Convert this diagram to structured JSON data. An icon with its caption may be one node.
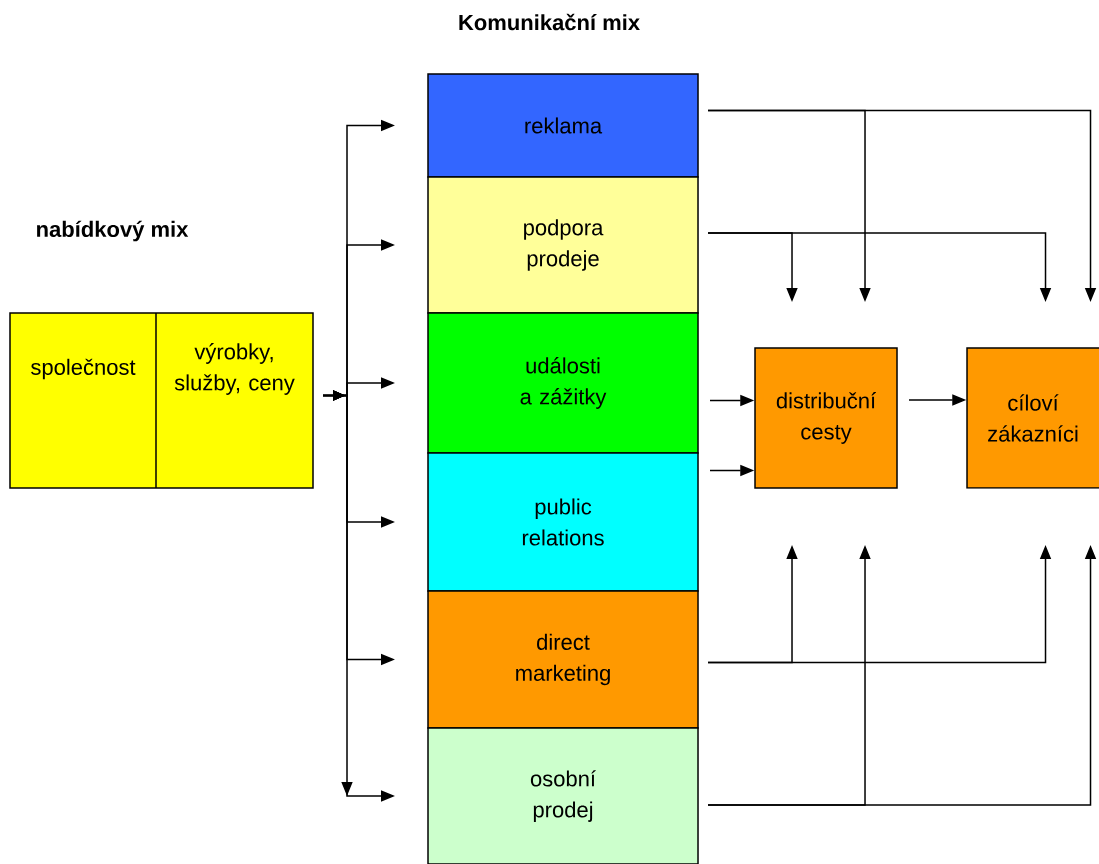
{
  "diagram": {
    "title": "Komunikační mix",
    "nodes": [
      {
        "text": [
          "společnost",
          "výrobky, služby, ceny"
        ]
      },
      {
        "text": [
          "reklama"
        ]
      },
      {
        "text": [
          "podpora prodeje"
        ]
      },
      {
        "text": [
          "události a zážitky"
        ]
      },
      {
        "text": [
          "public relations"
        ]
      },
      {
        "text": [
          "direct marketing"
        ]
      },
      {
        "text": [
          "osobní prodej"
        ]
      },
      {
        "text": [
          "distribuční cesty"
        ]
      },
      {
        "text": [
          "cíloví zákazníci"
        ]
      }
    ],
    "edges": [
      {
        "from": 0,
        "to": 1,
        "arrow": "to"
      },
      {
        "from": 0,
        "to": 2,
        "arrow": "to"
      },
      {
        "from": 0,
        "to": 3,
        "arrow": "to"
      },
      {
        "from": 0,
        "to": 4,
        "arrow": "to"
      },
      {
        "from": 0,
        "to": 5,
        "arrow": "to"
      },
      {
        "from": 0,
        "to": 6,
        "arrow": "to"
      },
      {
        "from": 3,
        "to": 7,
        "arrow": "to"
      },
      {
        "from": 4,
        "to": 7,
        "arrow": "to"
      },
      {
        "from": 7,
        "to": 8,
        "arrow": "to"
      },
      {
        "from": 1,
        "to": 7,
        "arrow": "to"
      },
      {
        "from": 1,
        "to": 8,
        "arrow": "to"
      },
      {
        "from": 2,
        "to": 7,
        "arrow": "to"
      },
      {
        "from": 2,
        "to": 8,
        "arrow": "to"
      },
      {
        "from": 5,
        "to": 7,
        "arrow": "to"
      },
      {
        "from": 5,
        "to": 8,
        "arrow": "to"
      },
      {
        "from": 6,
        "to": 7,
        "arrow": "to"
      },
      {
        "from": 6,
        "to": 8,
        "arrow": "to"
      }
    ],
    "labels": [
      "nabídkový mix"
    ]
  }
}
